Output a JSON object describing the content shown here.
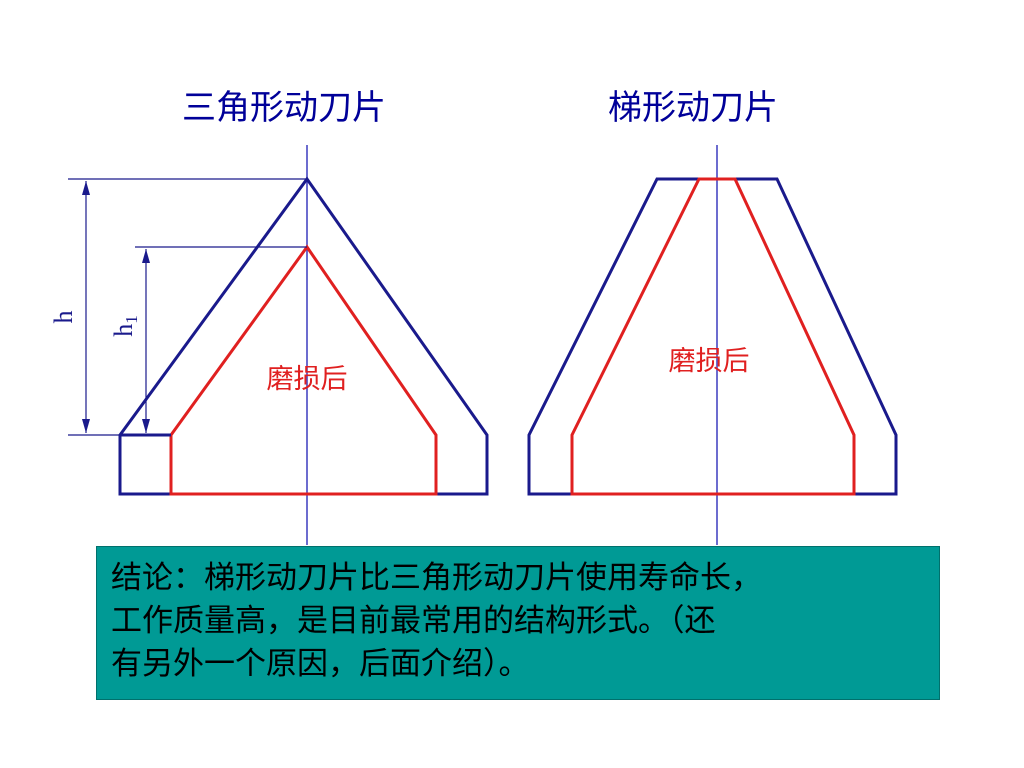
{
  "titles": {
    "triangular": "三角形动刀片",
    "trapezoidal": "梯形动刀片"
  },
  "labels": {
    "worn_left": "磨损后",
    "worn_right": "磨损后",
    "h": "h",
    "h1_base": "h",
    "h1_sub": "1"
  },
  "conclusion": {
    "line1": "结论：梯形动刀片比三角形动刀片使用寿命长，",
    "line2": "工作质量高，是目前最常用的结构形式。（还",
    "line3": "有另外一个原因，后面介绍）。"
  },
  "colors": {
    "outline": "#1a1a8c",
    "worn": "#e02020",
    "title": "#000099",
    "conclusion_bg": "#009a95"
  }
}
